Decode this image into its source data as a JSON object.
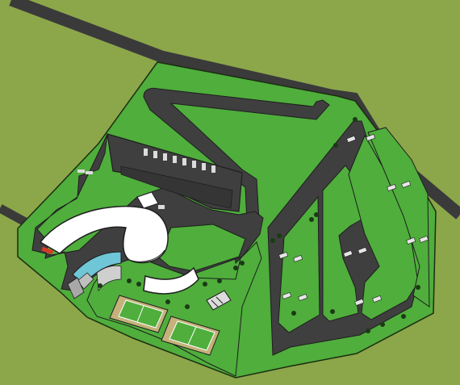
{
  "map": {
    "colors": {
      "terrain": "#8ca64a",
      "site_lawn": "#4fae3c",
      "road": "#3f3f3f",
      "road_edge": "#1e1e1e",
      "building_roof": "#ffffff",
      "pool_water": "#6fc6d6",
      "tennis_clay": "#c4b27a",
      "tennis_court": "#4fae3c",
      "car": "#e6e6e6",
      "tree": "#1b3a14",
      "accent_red": "#d83a2a"
    },
    "features": [
      {
        "id": "highway-north",
        "icon": "road"
      },
      {
        "id": "highway-west",
        "icon": "road"
      },
      {
        "id": "site-boundary",
        "icon": "lawn"
      },
      {
        "id": "main-building",
        "icon": "curved-building"
      },
      {
        "id": "secondary-building",
        "icon": "curved-building"
      },
      {
        "id": "pool",
        "icon": "water"
      },
      {
        "id": "tennis-courts",
        "count": 2,
        "icon": "tennis-court"
      },
      {
        "id": "parking-east",
        "icon": "parking-lot"
      },
      {
        "id": "parking-north",
        "icon": "parking-lot"
      }
    ]
  }
}
